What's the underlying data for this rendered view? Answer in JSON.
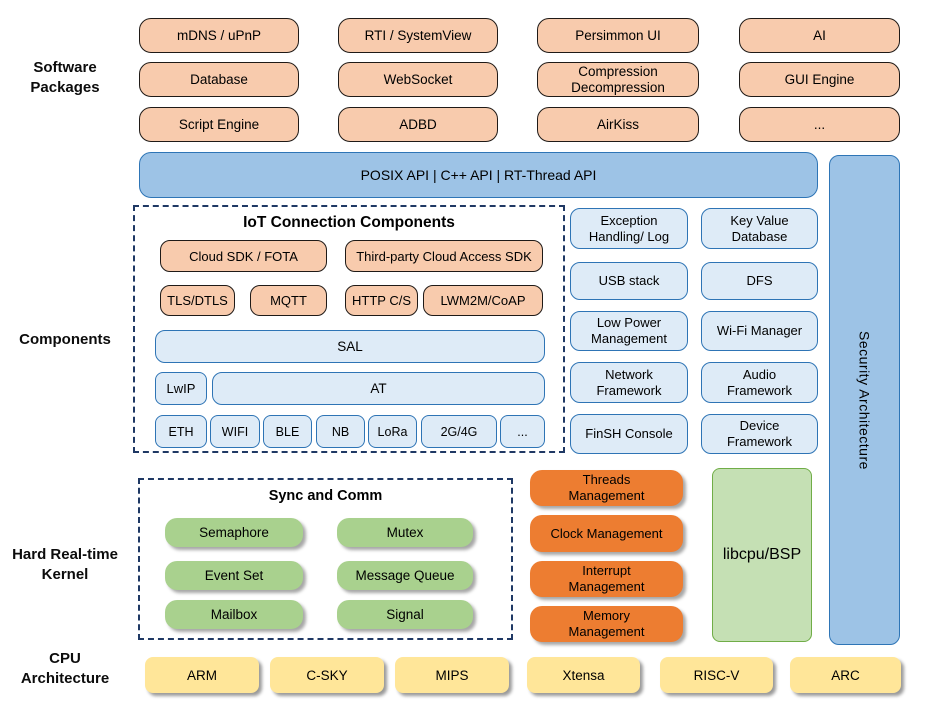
{
  "side_labels": {
    "software": "Software\nPackages",
    "components": "Components",
    "kernel": "Hard Real-time\nKernel",
    "cpu": "CPU\nArchitecture"
  },
  "software_packages": {
    "row1": [
      "mDNS / uPnP",
      "RTI / SystemView",
      "Persimmon UI",
      "AI"
    ],
    "row2": [
      "Database",
      "WebSocket",
      "Compression\nDecompression",
      "GUI Engine"
    ],
    "row3": [
      "Script Engine",
      "ADBD",
      "AirKiss",
      "..."
    ]
  },
  "api_bar": {
    "label": "POSIX API | C++ API | RT-Thread API"
  },
  "iot_components": {
    "title": "IoT Connection Components",
    "cloud_sdk": "Cloud SDK / FOTA",
    "third_party_sdk": "Third-party Cloud Access SDK",
    "protocols": [
      "TLS/DTLS",
      "MQTT",
      "HTTP C/S",
      "LWM2M/CoAP"
    ],
    "sal": "SAL",
    "lwip": "LwIP",
    "at": "AT",
    "links": [
      "ETH",
      "WIFI",
      "BLE",
      "NB",
      "LoRa",
      "2G/4G",
      "..."
    ]
  },
  "service_components": {
    "col1": [
      "Exception\nHandling/ Log",
      "USB stack",
      "Low Power\nManagement",
      "Network\nFramework",
      "FinSH Console"
    ],
    "col2": [
      "Key Value\nDatabase",
      "DFS",
      "Wi-Fi Manager",
      "Audio\nFramework",
      "Device\nFramework"
    ]
  },
  "security_bar": {
    "label": "Security Architecture"
  },
  "kernel": {
    "sync_comm": {
      "title": "Sync and Comm",
      "items": [
        "Semaphore",
        "Mutex",
        "Event Set",
        "Message Queue",
        "Mailbox",
        "Signal"
      ]
    },
    "management": [
      "Threads\nManagement",
      "Clock Management",
      "Interrupt\nManagement",
      "Memory\nManagement"
    ],
    "libcpu": "libcpu/BSP"
  },
  "cpu_architectures": [
    "ARM",
    "C-SKY",
    "MIPS",
    "Xtensa",
    "RISC-V",
    "ARC"
  ],
  "colors": {
    "package_fill": "#F8CBAD",
    "package_border": "#1F1A17",
    "api_fill": "#9DC3E6",
    "api_border": "#2E75B6",
    "service_fill": "#DEEBF7",
    "sync_fill": "#A9D18E",
    "management_fill": "#ED7D31",
    "libcpu_fill": "#C5E0B4",
    "libcpu_border": "#70AD47",
    "cpu_fill": "#FFE699",
    "dashed_border": "#1F3864"
  }
}
